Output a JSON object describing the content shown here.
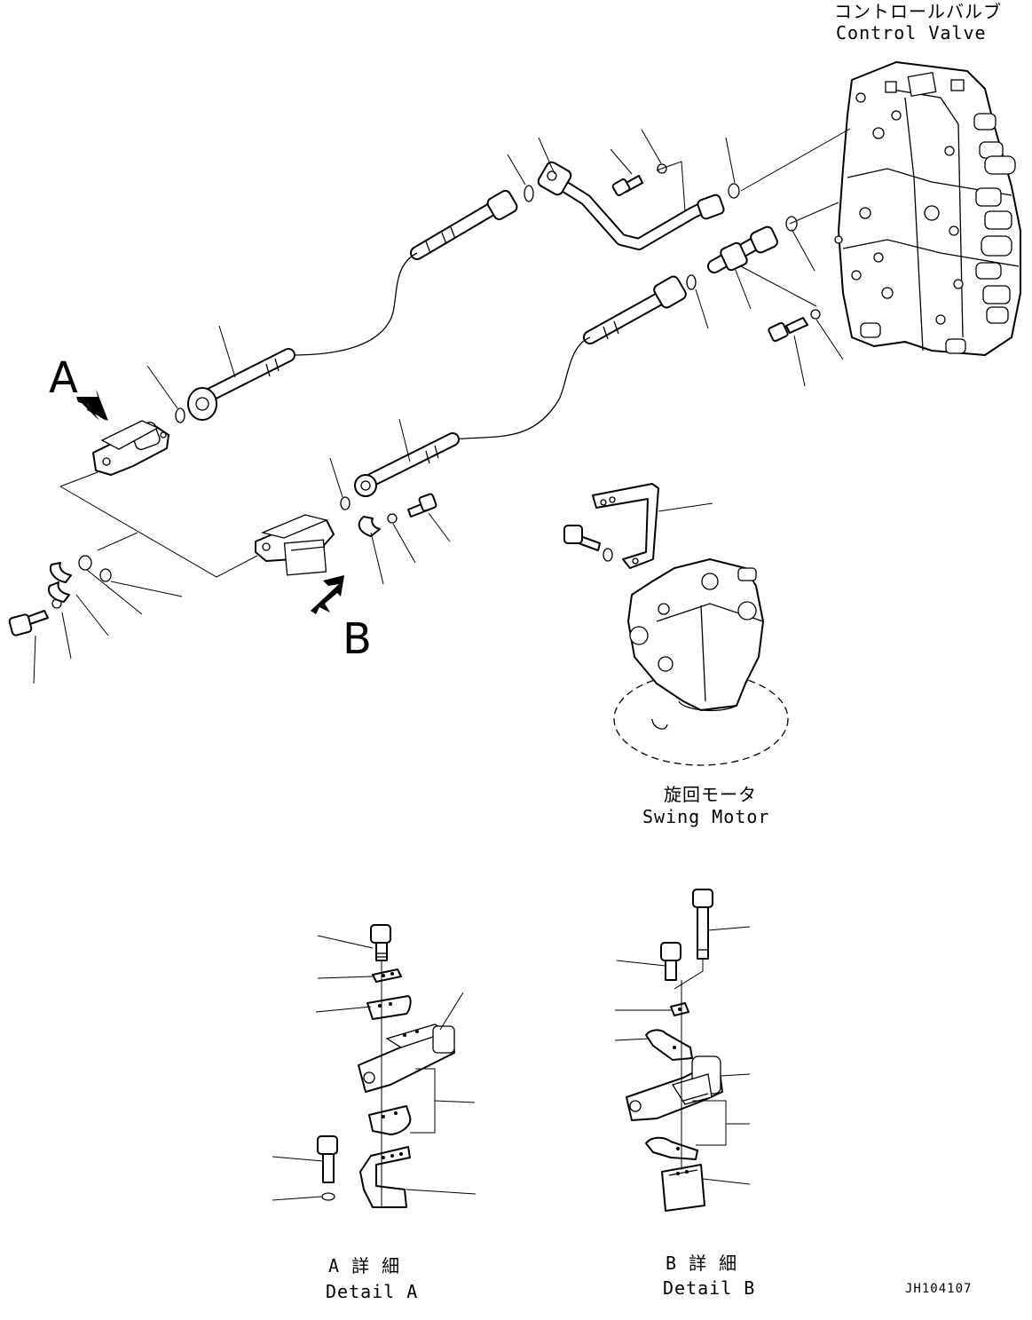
{
  "labels": {
    "control_valve_jp": "コントロールバルブ",
    "control_valve_en": "Control Valve",
    "swing_motor_jp": "旋回モータ",
    "swing_motor_en": "Swing Motor",
    "detail_a_jp": "A 詳 細",
    "detail_a_en": "Detail A",
    "detail_b_jp": "B 詳 細",
    "detail_b_en": "Detail B",
    "view_a": "A",
    "view_b": "B",
    "drawing_code": "JH104107"
  },
  "icons": {
    "arrow_a": "view-arrow-icon",
    "arrow_b": "view-arrow-icon"
  }
}
